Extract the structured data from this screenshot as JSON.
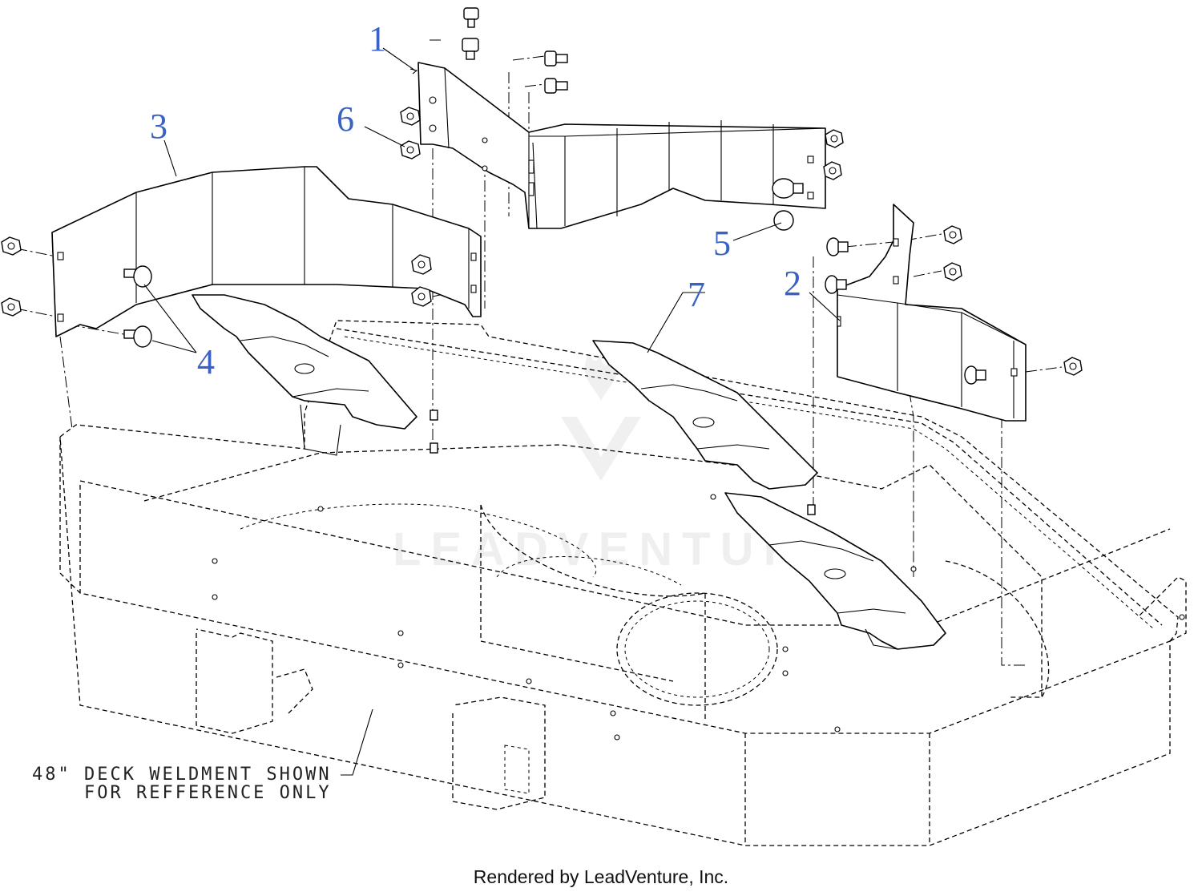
{
  "callouts": [
    {
      "id": "1",
      "label": "1"
    },
    {
      "id": "2",
      "label": "2"
    },
    {
      "id": "3",
      "label": "3"
    },
    {
      "id": "4",
      "label": "4"
    },
    {
      "id": "5",
      "label": "5"
    },
    {
      "id": "6",
      "label": "6"
    },
    {
      "id": "7",
      "label": "7"
    }
  ],
  "note": {
    "line1": "48\" DECK WELDMENT SHOWN",
    "line2": "FOR REFFERENCE ONLY"
  },
  "watermark": "LEADVENTURE",
  "footer": "Rendered by LeadVenture, Inc.",
  "colors": {
    "callout": "#3a62c4",
    "line": "#000000"
  }
}
